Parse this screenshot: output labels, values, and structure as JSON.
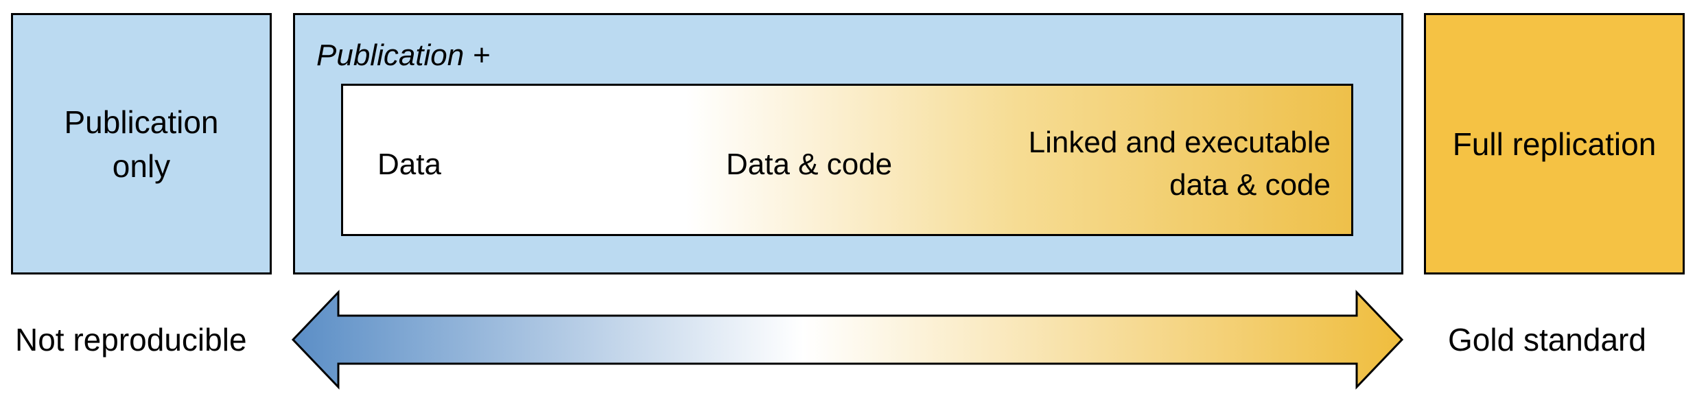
{
  "boxes": {
    "publication_only": {
      "line1": "Publication",
      "line2": "only",
      "fill": "#bbdaf1"
    },
    "publication_plus": {
      "title": "Publication +",
      "fill": "#bbdaf1",
      "levels": {
        "data": "Data",
        "data_code": "Data & code",
        "linked_line1": "Linked and executable",
        "linked_line2": "data & code"
      }
    },
    "full_replication": {
      "label": "Full replication",
      "fill": "#f5c244"
    }
  },
  "scale": {
    "left_label": "Not reproducible",
    "right_label": "Gold standard",
    "gradient_start": "#5b8ec6",
    "gradient_mid": "#ffffff",
    "gradient_end": "#efbd3d"
  }
}
